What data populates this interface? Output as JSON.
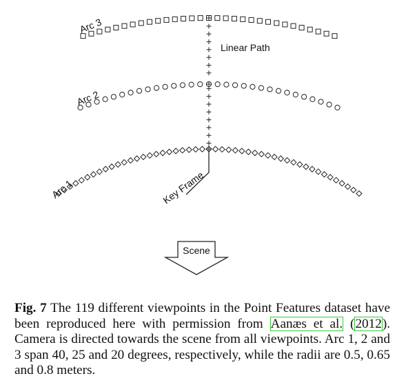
{
  "figure": {
    "labels": {
      "arc1": "Arc 1",
      "arc2": "Arc 2",
      "arc3": "Arc 3",
      "linear_path": "Linear Path",
      "key_frame": "Key Frame",
      "scene": "Scene"
    },
    "markers": {
      "arc1": "diamond",
      "arc2": "circle",
      "arc3": "square",
      "linear_path": "plus"
    }
  },
  "caption": {
    "fig_label": "Fig. 7",
    "text_before_cite": " The 119 different viewpoints in the Point Features dataset have been reproduced here with permission from ",
    "cite_authors": "Aanæs et al.",
    "cite_year": "2012",
    "text_after_cite": ". Camera is directed towards the scene from all viewpoints. Arc 1, 2 and 3 span 40, 25 and 20 degrees, respectively, while the radii are 0.5, 0.65 and 0.8 meters."
  }
}
